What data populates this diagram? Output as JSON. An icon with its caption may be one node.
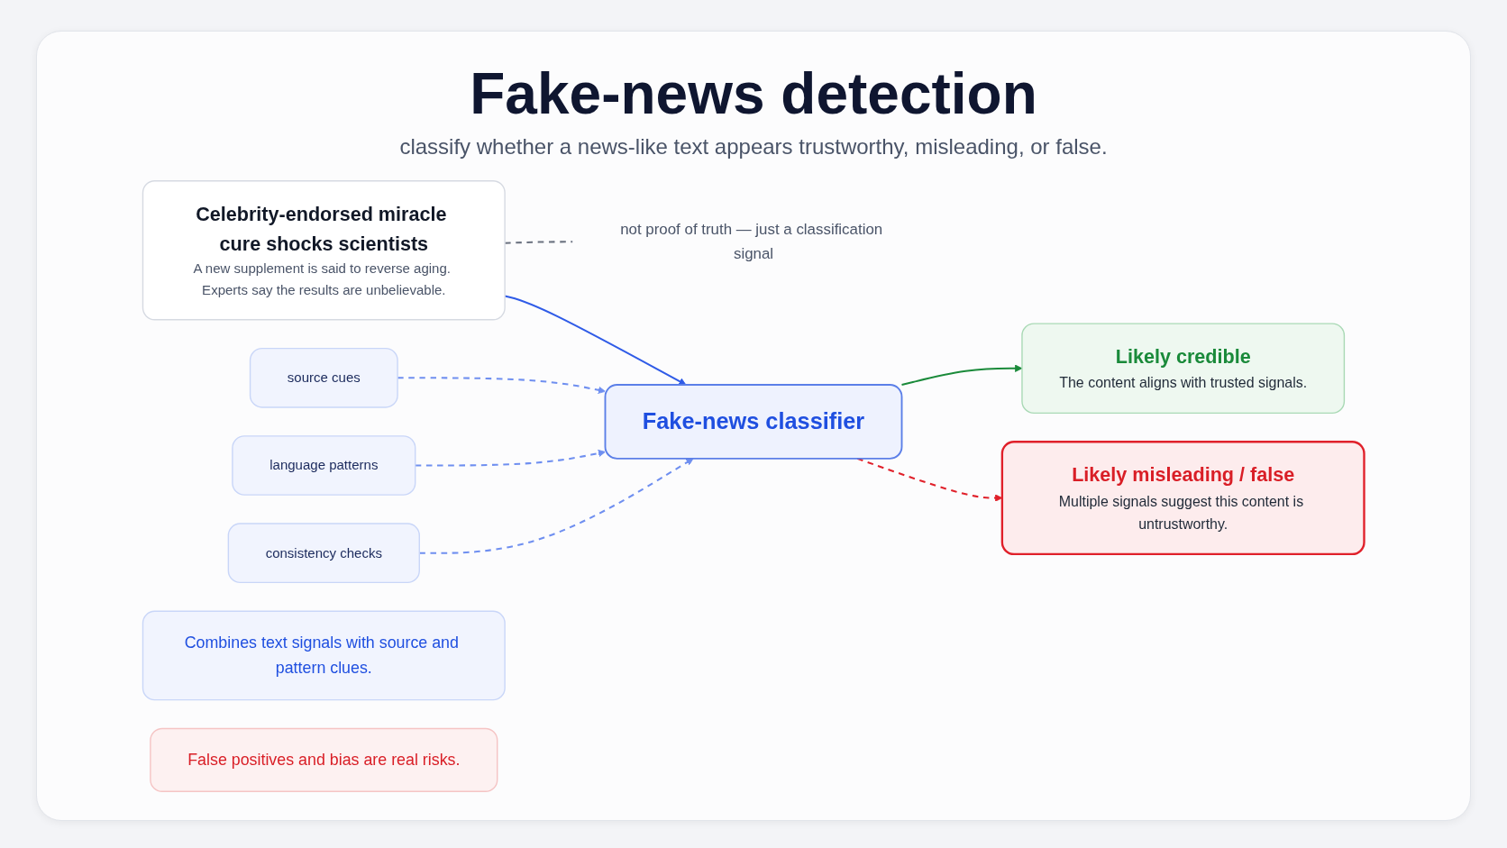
{
  "diagram": {
    "title": "Fake-news detection",
    "caption": "classify whether a news-like text appears trustworthy, misleading, or false.",
    "nodes": [
      {
        "text": [
          "Celebrity-endorsed miracle cure shocks scientists",
          "A new supplement is said to reverse aging. Experts say the results are unbelievable."
        ]
      },
      {
        "text": [
          "source cues"
        ]
      },
      {
        "text": [
          "language patterns"
        ]
      },
      {
        "text": [
          "consistency checks"
        ]
      },
      {
        "text": [
          "Fake-news classifier"
        ]
      },
      {
        "text": [
          "Likely credible",
          "The content aligns with trusted signals."
        ]
      },
      {
        "text": [
          "Likely misleading / false",
          "Multiple signals suggest this content is untrustworthy."
        ]
      },
      {
        "text": [
          "not proof of truth — just a classification signal"
        ]
      },
      {
        "text": [
          "Combines text signals with source and pattern clues."
        ]
      },
      {
        "text": [
          "False positives and bias are real risks."
        ]
      }
    ],
    "edges": [
      {
        "from": 0,
        "to": 4,
        "arrow": "to"
      },
      {
        "from": 1,
        "to": 4,
        "arrow": "to",
        "style": "dashed"
      },
      {
        "from": 2,
        "to": 4,
        "arrow": "to",
        "style": "dashed"
      },
      {
        "from": 3,
        "to": 4,
        "arrow": "to",
        "style": "dashed"
      },
      {
        "from": 4,
        "to": 5,
        "arrow": "to",
        "color": "#1a8a3a"
      },
      {
        "from": 4,
        "to": 6,
        "arrow": "to",
        "style": "dashed",
        "color": "#e0202a"
      },
      {
        "from": 0,
        "to": 7,
        "arrow": "none",
        "style": "dashed",
        "color": "#6b7280"
      }
    ]
  }
}
